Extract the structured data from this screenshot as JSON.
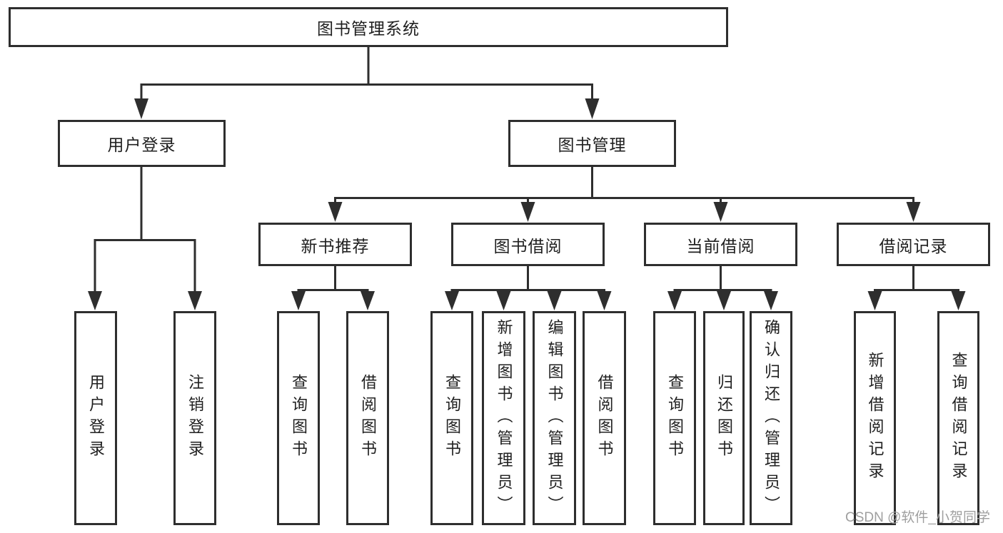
{
  "title": "图书管理系统",
  "level2": {
    "login": "用户登录",
    "management": "图书管理"
  },
  "level3": {
    "recommend": "新书推荐",
    "borrow": "图书借阅",
    "current": "当前借阅",
    "records": "借阅记录"
  },
  "leaves": {
    "login": [
      "用户登录",
      "注销登录"
    ],
    "recommend": [
      "查询图书",
      "借阅图书"
    ],
    "borrow": [
      "查询图书",
      "新增图书（管理员）",
      "编辑图书（管理员）",
      "借阅图书"
    ],
    "current": [
      "查询图书",
      "归还图书",
      "确认归还（管理员）"
    ],
    "records": [
      "新增借阅记录",
      "查询借阅记录"
    ]
  },
  "watermark": "CSDN @软件_小贺同学",
  "colors": {
    "line": "#2e2e2e",
    "text": "#1f1f1f",
    "box_fill": "#ffffff",
    "watermark": "#9f9f9f",
    "background": "#ffffff"
  }
}
